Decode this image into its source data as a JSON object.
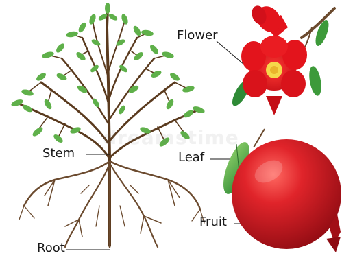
{
  "labels": {
    "flower": "Flower",
    "stem": "Stem",
    "leaf": "Leaf",
    "fruit": "Fruit",
    "root": "Root"
  },
  "watermark": "dreamstime",
  "colors": {
    "bark": "#5a3a1e",
    "root": "#6b4a2e",
    "leaf": "#5fb04a",
    "leaf_dark": "#2f8a36",
    "petal": "#e3141c",
    "fruit": "#c8161e",
    "stamen": "#f6d84a"
  }
}
